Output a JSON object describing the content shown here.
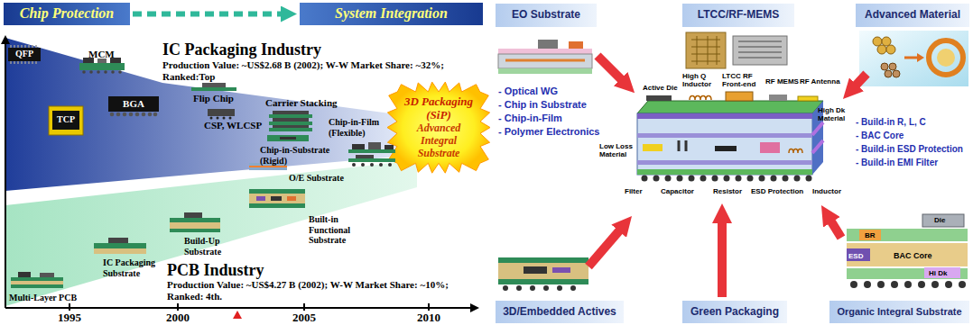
{
  "diagram": {
    "nodes": [
      {
        "text": [
          "Chip Protection"
        ]
      },
      {
        "text": [
          "System Integration"
        ]
      },
      {
        "text": [
          "IC Packaging Industry",
          "Production Value: ~US$2.68 B (2002); W-W Market Share: ~32%; Ranked:Top"
        ]
      },
      {
        "text": [
          "PCB Industry",
          "Production Value: ~US$4.27 B (2002); W-W Market Share: ~10%; Ranked: 4th."
        ]
      },
      {
        "text": [
          "3D Packaging (SiP)",
          "Advanced Integral Substrate"
        ]
      },
      {
        "text": [
          "EO Substrate"
        ]
      },
      {
        "text": [
          "LTCC/RF-MEMS"
        ]
      },
      {
        "text": [
          "Advanced Material"
        ]
      },
      {
        "text": [
          "3D/Embedded Actives"
        ]
      },
      {
        "text": [
          "Green Packaging"
        ]
      },
      {
        "text": [
          "Organic Integral Substrate"
        ]
      }
    ],
    "edges": [
      {
        "from": 0,
        "to": 1,
        "arrow": "to"
      }
    ],
    "labels": [
      "QFP",
      "MCM",
      "TCP",
      "BGA",
      "Flip Chip",
      "CSP, WLCSP",
      "Carrier Stacking",
      "Chip-in-Film (Flexible)",
      "Chip-in-Substrate (Rigid)",
      "O/E Substrate",
      "Built-in Functional Substrate",
      "Build-Up Substrate",
      "IC Packaging Substrate",
      "Multi-Layer PCB",
      "1995",
      "2000",
      "2005",
      "2010",
      "- Optical WG",
      "- Chip in Substrate",
      "- Chip-in-Film",
      "- Polymer Electronics",
      "Active Die",
      "High Q Inductor",
      "LTCC RF Front-end",
      "RF MEMS",
      "RF Antenna",
      "High Dk Material",
      "Low Loss Material",
      "Filter",
      "Capacitor",
      "Resistor",
      "ESD Protection",
      "Inductor",
      "- Build-in R, L, C",
      "- BAC Core",
      "- Build-in ESD Protection",
      "- Build-in EMI Filter",
      "Die",
      "BR",
      "ESD",
      "BAC Core",
      "Hi Dk"
    ]
  }
}
